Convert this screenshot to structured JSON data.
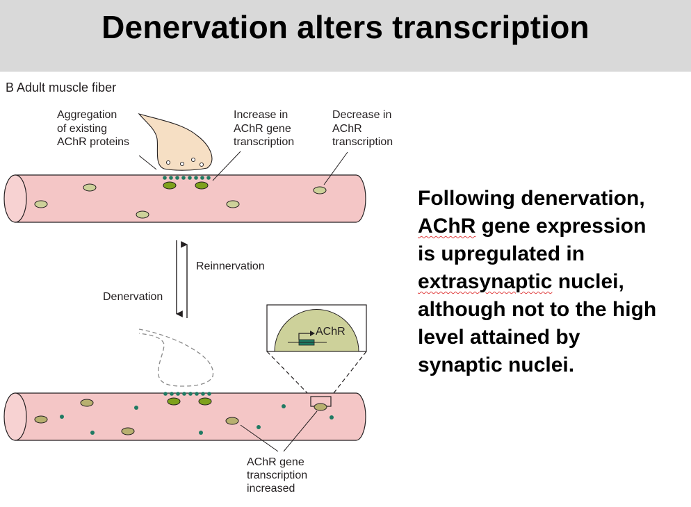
{
  "slide": {
    "title": "Denervation alters transcription"
  },
  "figure": {
    "panel_label": "B  Adult muscle fiber",
    "labels": {
      "aggregation": [
        "Aggregation",
        "of existing",
        "AChR proteins"
      ],
      "increase": [
        "Increase in",
        "AChR gene",
        "transcription"
      ],
      "decrease": [
        "Decrease in",
        "AChR",
        "transcription"
      ],
      "reinnervation": "Reinnervation",
      "denervation": "Denervation",
      "inset_gene": "AChR",
      "increased": [
        "AChR gene",
        "transcription",
        "increased"
      ]
    }
  },
  "body": {
    "lines": [
      {
        "pre": "Following denervation,",
        "flagged": "",
        "post": ""
      },
      {
        "pre": "",
        "flagged": "AChR",
        "post": " gene expression"
      },
      {
        "pre": "is upregulated in",
        "flagged": "",
        "post": ""
      },
      {
        "pre": "",
        "flagged": "extrasynaptic",
        "post": " nuclei,"
      },
      {
        "pre": "although not to the high",
        "flagged": "",
        "post": ""
      },
      {
        "pre": "level attained by",
        "flagged": "",
        "post": ""
      },
      {
        "pre": "synaptic nuclei.",
        "flagged": "",
        "post": ""
      }
    ]
  },
  "colors": {
    "fiber_fill": "#f4c6c6",
    "fiber_end": "#f7d2d2",
    "nucleus_fill": "#cdd19a",
    "synaptic_nucleus": "#7ea11c",
    "achr_dot": "#1f7a62",
    "terminal_fill": "#f6dfc4"
  }
}
